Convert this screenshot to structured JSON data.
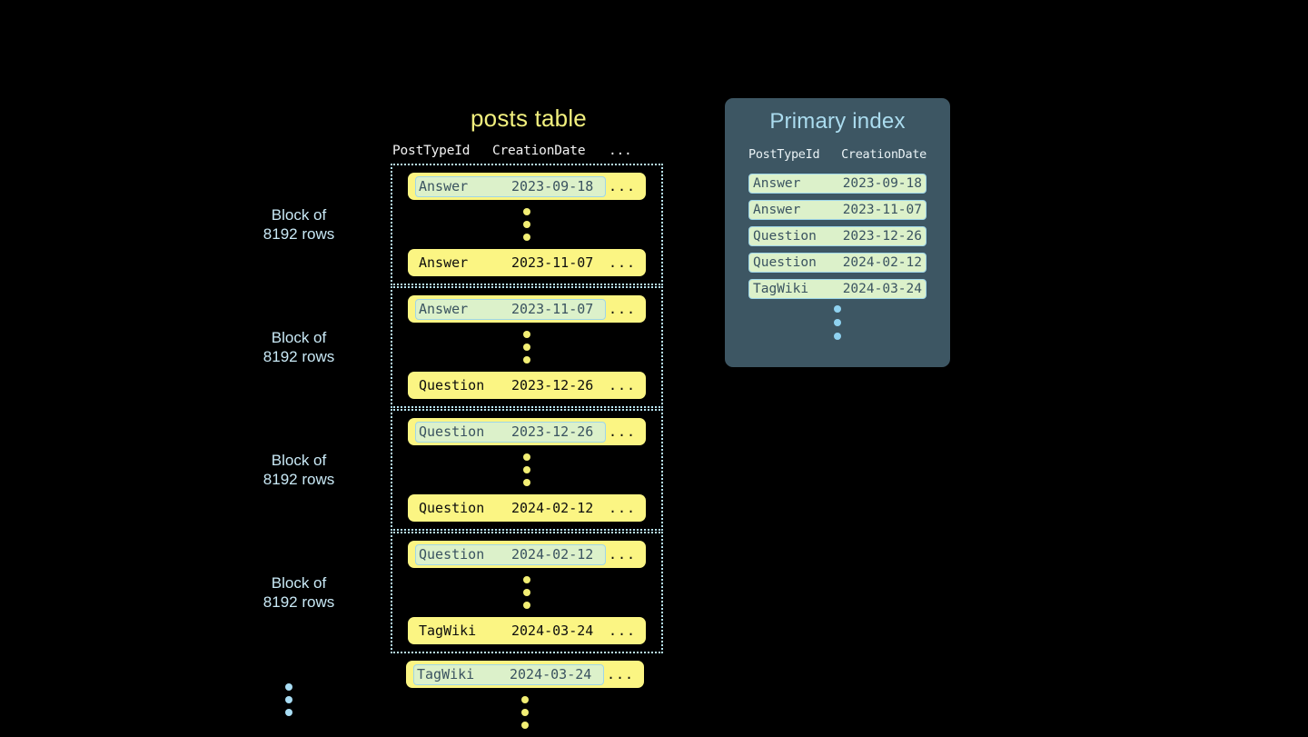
{
  "posts_table": {
    "title": "posts table",
    "columns": [
      "PostTypeId",
      "CreationDate",
      "..."
    ],
    "row_ellipsis": "...",
    "blocks": [
      {
        "label": "Block of\n8192 rows",
        "first_row": {
          "post_type_id": "Answer",
          "creation_date": "2023-09-18",
          "more": "...",
          "highlighted": true
        },
        "last_row": {
          "post_type_id": "Answer",
          "creation_date": "2023-11-07",
          "more": "...",
          "highlighted": false
        }
      },
      {
        "label": "Block of\n8192 rows",
        "first_row": {
          "post_type_id": "Answer",
          "creation_date": "2023-11-07",
          "more": "...",
          "highlighted": true
        },
        "last_row": {
          "post_type_id": "Question",
          "creation_date": "2023-12-26",
          "more": "...",
          "highlighted": false
        }
      },
      {
        "label": "Block of\n8192 rows",
        "first_row": {
          "post_type_id": "Question",
          "creation_date": "2023-12-26",
          "more": "...",
          "highlighted": true
        },
        "last_row": {
          "post_type_id": "Question",
          "creation_date": "2024-02-12",
          "more": "...",
          "highlighted": false
        }
      },
      {
        "label": "Block of\n8192 rows",
        "first_row": {
          "post_type_id": "Question",
          "creation_date": "2024-02-12",
          "more": "...",
          "highlighted": true
        },
        "last_row": {
          "post_type_id": "TagWiki",
          "creation_date": "2024-03-24",
          "more": "...",
          "highlighted": false
        }
      }
    ],
    "trailing_row": {
      "post_type_id": "TagWiki",
      "creation_date": "2024-03-24",
      "more": "...",
      "highlighted": true
    }
  },
  "primary_index": {
    "title": "Primary index",
    "columns": [
      "PostTypeId",
      "CreationDate"
    ],
    "rows": [
      {
        "post_type_id": "Answer",
        "creation_date": "2023-09-18"
      },
      {
        "post_type_id": "Answer",
        "creation_date": "2023-11-07"
      },
      {
        "post_type_id": "Question",
        "creation_date": "2023-12-26"
      },
      {
        "post_type_id": "Question",
        "creation_date": "2024-02-12"
      },
      {
        "post_type_id": "TagWiki",
        "creation_date": "2024-03-24"
      }
    ]
  },
  "colors": {
    "background": "#000000",
    "row_yellow": "#fbf583",
    "highlight_green": "#dcf1ca",
    "highlight_border": "#9fd6e8",
    "panel_slate": "#3d5663",
    "accent_blue": "#a9ddf4",
    "title_yellow": "#f2f07e",
    "title_blue": "#abdcef"
  }
}
